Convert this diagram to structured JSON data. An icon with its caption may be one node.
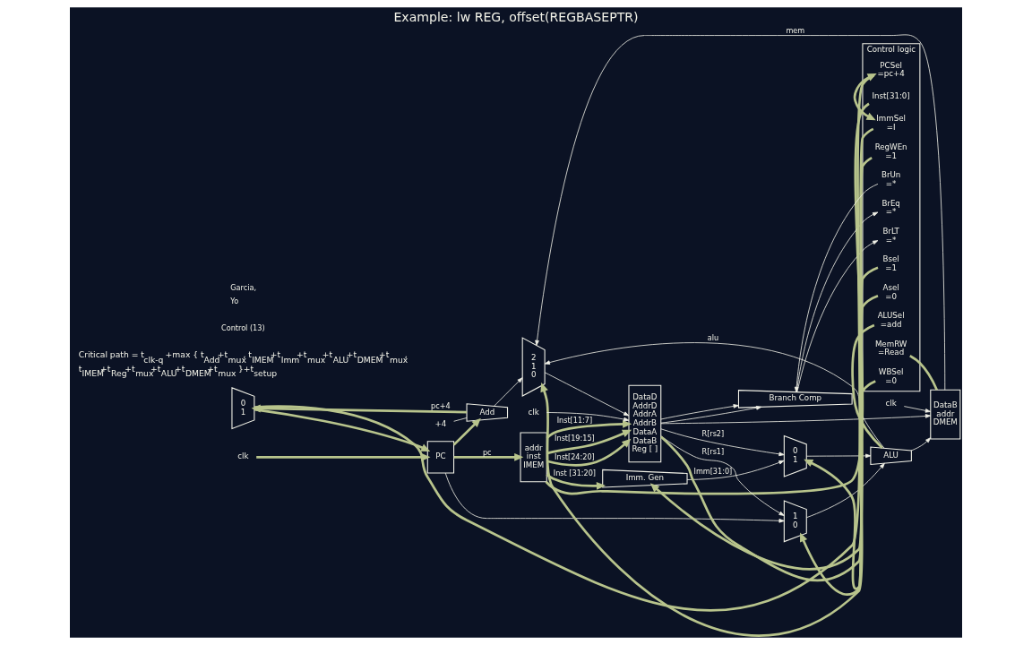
{
  "diagram": {
    "title": "Example: lw REG, offset(REGBASEPTR)",
    "nodes": [
      {
        "text": [
          "0",
          "1"
        ]
      },
      {
        "text": [
          "PC"
        ]
      },
      {
        "text": [
          "Add"
        ]
      },
      {
        "text": [
          "addr",
          "inst",
          "IMEM"
        ]
      },
      {
        "text": [
          "DataD",
          "AddrD",
          "AddrA",
          "AddrB",
          "DataA",
          "DataB",
          "Reg [ ]"
        ]
      },
      {
        "text": [
          "Imm. Gen"
        ]
      },
      {
        "text": [
          "Branch Comp"
        ]
      },
      {
        "text": [
          "1",
          "0"
        ]
      },
      {
        "text": [
          "0",
          "1"
        ]
      },
      {
        "text": [
          "ALU"
        ]
      },
      {
        "text": [
          "DataB",
          "addr",
          "DMEM"
        ]
      },
      {
        "text": [
          "2",
          "1",
          "0"
        ]
      },
      {
        "text": [
          "Control logic"
        ]
      },
      {
        "text": [
          "PCSel",
          "=pc+4"
        ],
        "in": 12
      },
      {
        "text": [
          "Inst[31:0]"
        ],
        "in": 12
      },
      {
        "text": [
          "ImmSel",
          "=I"
        ],
        "in": 12
      },
      {
        "text": [
          "RegWEn",
          "=1"
        ],
        "in": 12
      },
      {
        "text": [
          "BrUn",
          "=*"
        ],
        "in": 12
      },
      {
        "text": [
          "BrEq",
          "=*"
        ],
        "in": 12
      },
      {
        "text": [
          "BrLT",
          "=*"
        ],
        "in": 12
      },
      {
        "text": [
          "Bsel",
          "=1"
        ],
        "in": 12
      },
      {
        "text": [
          "Asel",
          "=0"
        ],
        "in": 12
      },
      {
        "text": [
          "ALUSel",
          "=add"
        ],
        "in": 12
      },
      {
        "text": [
          "MemRW",
          "=Read"
        ],
        "in": 12
      },
      {
        "text": [
          "WBSel",
          "=0"
        ],
        "in": 12
      },
      {
        "text": [
          "+4"
        ]
      },
      {
        "text": [
          "clk"
        ]
      },
      {
        "text": [
          "clk"
        ]
      },
      {
        "text": [
          "clk"
        ]
      }
    ],
    "edges": [
      {
        "from": 2,
        "to": 0,
        "label": "pc+4",
        "arrow": "to",
        "style": "thick",
        "color": "#b8c48c"
      },
      {
        "from": 0,
        "to": 1,
        "arrow": "to",
        "style": "thick",
        "color": "#b8c48c"
      },
      {
        "from": 1,
        "to": 2,
        "arrow": "to",
        "style": "thick",
        "color": "#b8c48c"
      },
      {
        "from": 1,
        "to": 3,
        "label": "pc",
        "arrow": "to",
        "style": "thick",
        "color": "#b8c48c"
      },
      {
        "from": 25,
        "to": 2,
        "arrow": "none"
      },
      {
        "from": 26,
        "to": 1,
        "arrow": "to",
        "style": "thick",
        "color": "#b8c48c"
      },
      {
        "from": 3,
        "to": 4,
        "label": "Inst[11:7]",
        "arrow": "to",
        "style": "thick",
        "color": "#b8c48c"
      },
      {
        "from": 3,
        "to": 4,
        "label": "Inst[19:15]",
        "arrow": "to",
        "style": "thick",
        "color": "#b8c48c"
      },
      {
        "from": 3,
        "to": 4,
        "label": "Inst[24:20]",
        "arrow": "to",
        "style": "thick",
        "color": "#b8c48c"
      },
      {
        "from": 3,
        "to": 5,
        "label": "Inst [31:20]",
        "arrow": "to",
        "style": "thick",
        "color": "#b8c48c"
      },
      {
        "from": 3,
        "to": 14,
        "arrow": "none",
        "style": "thick",
        "color": "#b8c48c"
      },
      {
        "from": 11,
        "to": 4,
        "arrow": "to"
      },
      {
        "from": 1,
        "to": 7,
        "arrow": "to"
      },
      {
        "from": 4,
        "to": 6,
        "arrow": "to"
      },
      {
        "from": 4,
        "to": 6,
        "arrow": "to"
      },
      {
        "from": 4,
        "to": 7,
        "label": "R[rs1]",
        "arrow": "to"
      },
      {
        "from": 4,
        "to": 8,
        "label": "R[rs2]",
        "arrow": "to"
      },
      {
        "from": 5,
        "to": 8,
        "label": "Imm[31:0]",
        "arrow": "to"
      },
      {
        "from": 7,
        "to": 9,
        "arrow": "to"
      },
      {
        "from": 8,
        "to": 9,
        "arrow": "to"
      },
      {
        "from": 9,
        "to": 10,
        "arrow": "to"
      },
      {
        "from": 9,
        "to": 11,
        "label": "alu",
        "arrow": "to"
      },
      {
        "from": 10,
        "to": 11,
        "label": "mem",
        "arrow": "to"
      },
      {
        "from": 2,
        "to": 11,
        "arrow": "to"
      },
      {
        "from": 4,
        "to": 10,
        "arrow": "to"
      },
      {
        "from": 27,
        "to": 4,
        "arrow": "to"
      },
      {
        "from": 28,
        "to": 10,
        "arrow": "to"
      },
      {
        "from": 13,
        "to": 0,
        "arrow": "none",
        "style": "thick",
        "color": "#b8c48c"
      },
      {
        "from": 15,
        "to": 5,
        "arrow": "to",
        "style": "thick",
        "color": "#b8c48c"
      },
      {
        "from": 16,
        "to": 4,
        "arrow": "none",
        "style": "thick",
        "color": "#b8c48c"
      },
      {
        "from": 17,
        "to": 6,
        "arrow": "to"
      },
      {
        "from": 6,
        "to": 18,
        "arrow": "to"
      },
      {
        "from": 6,
        "to": 19,
        "arrow": "to"
      },
      {
        "from": 20,
        "to": 8,
        "arrow": "to",
        "style": "thick",
        "color": "#b8c48c"
      },
      {
        "from": 21,
        "to": 7,
        "arrow": "to",
        "style": "thick",
        "color": "#b8c48c"
      },
      {
        "from": 22,
        "to": 9,
        "arrow": "none",
        "style": "thick",
        "color": "#b8c48c"
      },
      {
        "from": 23,
        "to": 10,
        "arrow": "none",
        "style": "thick",
        "color": "#b8c48c"
      },
      {
        "from": 24,
        "to": 11,
        "arrow": "to",
        "style": "thick",
        "color": "#b8c48c"
      },
      {
        "from": 13,
        "to": 15,
        "arrow": "both",
        "style": "thick",
        "color": "#b8c48c"
      }
    ],
    "labels": [
      "Critical path = t$_{clk-q}$ +max { t$_{Add}$+t$_{mux}$, t$_{IMEM}$+t$_{Imm}$+t$_{mux}$+t$_{ALU}$+t$_{DMEM}$+t$_{mux}$, t$_{IMEM}$+t$_{Reg}$+t$_{mux}$+t$_{ALU}$+t$_{DMEM}$+t$_{mux}$ }+t$_{setup}$",
      "Control (13)",
      "Garcia, Yo"
    ]
  }
}
